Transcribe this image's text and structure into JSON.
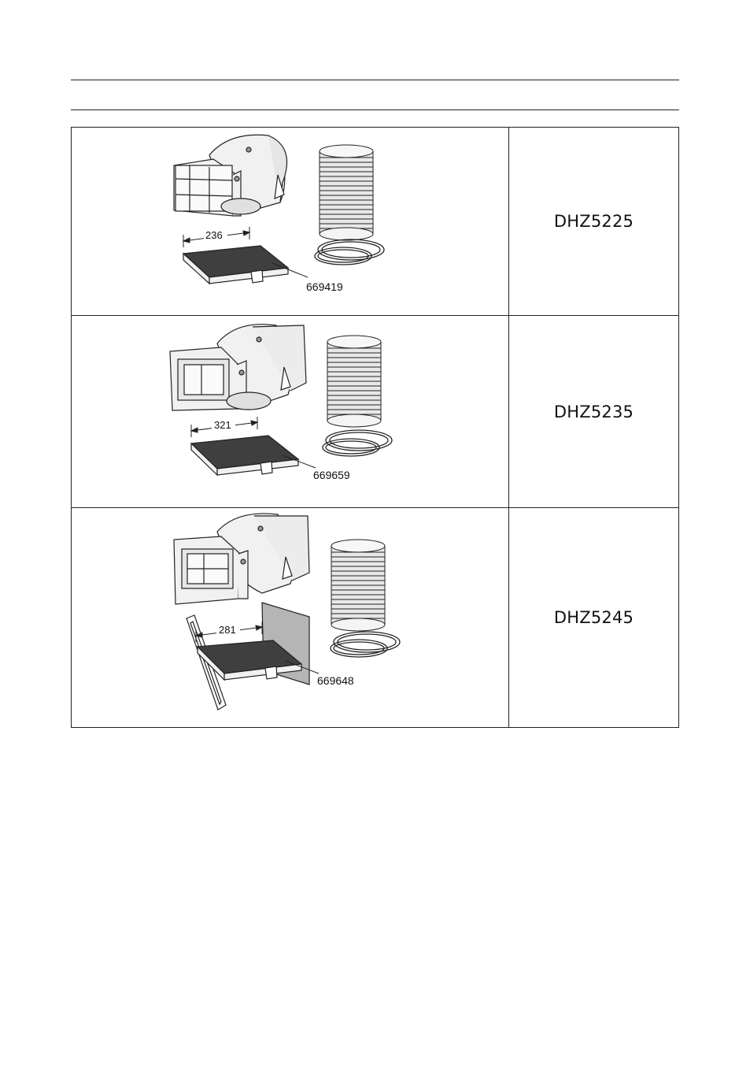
{
  "kits": [
    {
      "model": "DHZ5225",
      "dimension": "236",
      "filter_part": "669419"
    },
    {
      "model": "DHZ5235",
      "dimension": "321",
      "filter_part": "669659"
    },
    {
      "model": "DHZ5245",
      "dimension": "281",
      "filter_part": "669648"
    }
  ],
  "colors": {
    "line": "#222222",
    "filter_dark": "#3f3f3f",
    "body_light": "#f1f1f1",
    "frame_grey": "#b5b5b5"
  }
}
